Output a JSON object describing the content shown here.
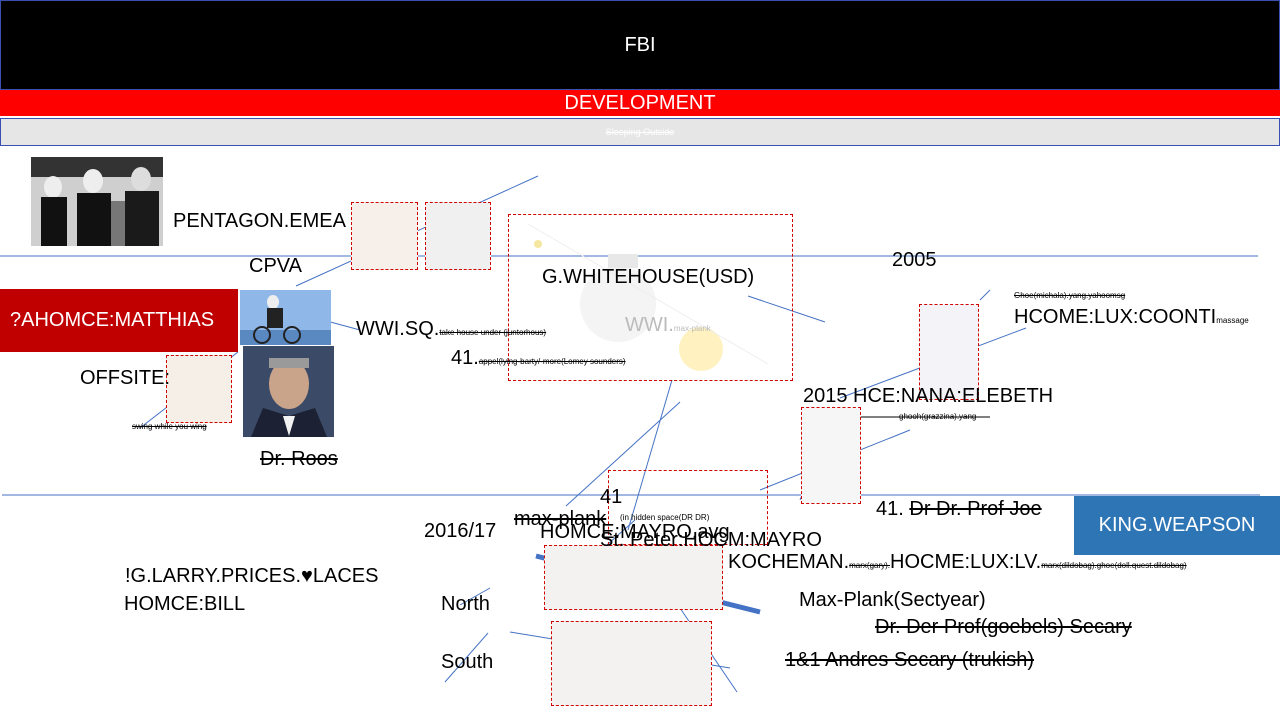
{
  "header": {
    "title": "FBI",
    "band": "DEVELOPMENT",
    "subband": "Sleeping Outside"
  },
  "colors": {
    "header_bg": "#000000",
    "band_red": "#ff0000",
    "box_red": "#c00000",
    "box_blue": "#2e75b6",
    "line_blue": "#4472c4",
    "dash_red": "#d00000"
  },
  "labels": {
    "pentagon": "PENTAGON.EMEA",
    "cpva": "CPVA",
    "whitehouse": "G.WHITEHOUSE(USD)",
    "y2005": "2005",
    "ghoe_small": "Ghoe(michala).yang.yahoomsg",
    "hcome": "HCOME:LUX:COONTI",
    "hcome_small": "massage",
    "ahomce": "?AHOMCE:MATTHIAS",
    "wwisq": "WWI.SQ.",
    "wwisq_small": "take house under (juntorhous)",
    "wwi_faint": "WWI.",
    "wwi_faint_small": "max-plank",
    "n41a": "41.",
    "n41a_small": "appel(lying-barty/-more(Lomey sounders)",
    "offsite": "OFFSITE:",
    "swing": "swing while you wing",
    "hce2015": "2015 HCE:NANA:ELEBETH",
    "ghooh": "ghooh(grazzina).yang",
    "roos": "Dr. Roos",
    "n41b": "41",
    "hidden": "(in hidden space(DR DR)",
    "maxplank": "max-plank",
    "year2016": "2016/17",
    "homce_mayro": "HOMCE:MAYRO.avg",
    "st_peter": "St. Peter:HOCM:MAYRO",
    "n41c_prefix": "41.",
    "prof_joe": "Dr Dr. Prof Joe",
    "king": "KING.WEAPSON",
    "kocheman": "KOCHEMAN.",
    "kocheman_small": "marx(gary).",
    "hocme_lux": "HOCME:LUX:LV.",
    "hocme_small": "marx(dildobag).ghoe(doll.quest.dildobag)",
    "larry": "!G.LARRY.PRICES.♥LACES",
    "homce_bill": "HOMCE:BILL",
    "north": "North",
    "south": "South",
    "max_plank_sect": "Max-Plank(Sectyear)",
    "goebels": "Dr. Der Prof(goebels) Secary",
    "andres": "1&1 Andres Secary (trukish)"
  },
  "icons": [
    "photo-group-icon",
    "photo-cyclist-icon",
    "photo-portrait-icon"
  ]
}
